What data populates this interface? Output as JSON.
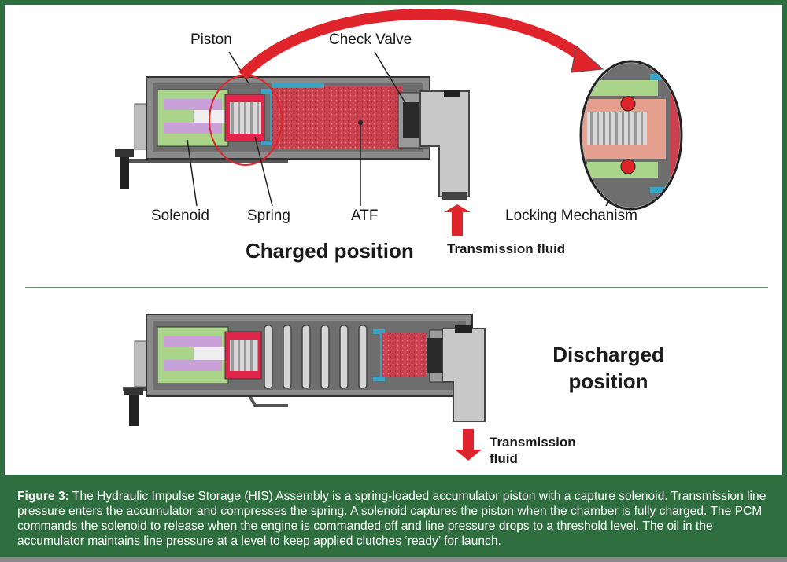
{
  "diagram": {
    "charged": {
      "title": "Charged position",
      "labels": {
        "piston": "Piston",
        "check_valve": "Check Valve",
        "solenoid": "Solenoid",
        "spring": "Spring",
        "atf": "ATF",
        "locking_mechanism": "Locking Mechanism"
      },
      "flow_label": "Transmission fluid",
      "flow_direction": "in"
    },
    "discharged": {
      "title_line1": "Discharged",
      "title_line2": "position",
      "flow_label_line1": "Transmission",
      "flow_label_line2": "fluid",
      "flow_direction": "out"
    },
    "colors": {
      "caption_bg": "#2f6e3e",
      "atf": "#c9404e",
      "arrow": "#e0242b",
      "solenoid_green": "#a9d48a",
      "valve_blue": "#3aa3c4"
    }
  },
  "caption": {
    "figure_label": "Figure 3:",
    "text": "The Hydraulic Impulse Storage (HIS) Assembly is a spring-loaded accumulator piston with a capture solenoid.  Transmission line pressure enters the accumulator and compresses the spring.  A solenoid captures the piston when the chamber is fully charged.  The PCM commands the solenoid to release when the engine is commanded off and line pressure drops to a threshold level.  The oil in the accumulator maintains line pressure at a level to keep applied clutches ‘ready’ for launch."
  }
}
